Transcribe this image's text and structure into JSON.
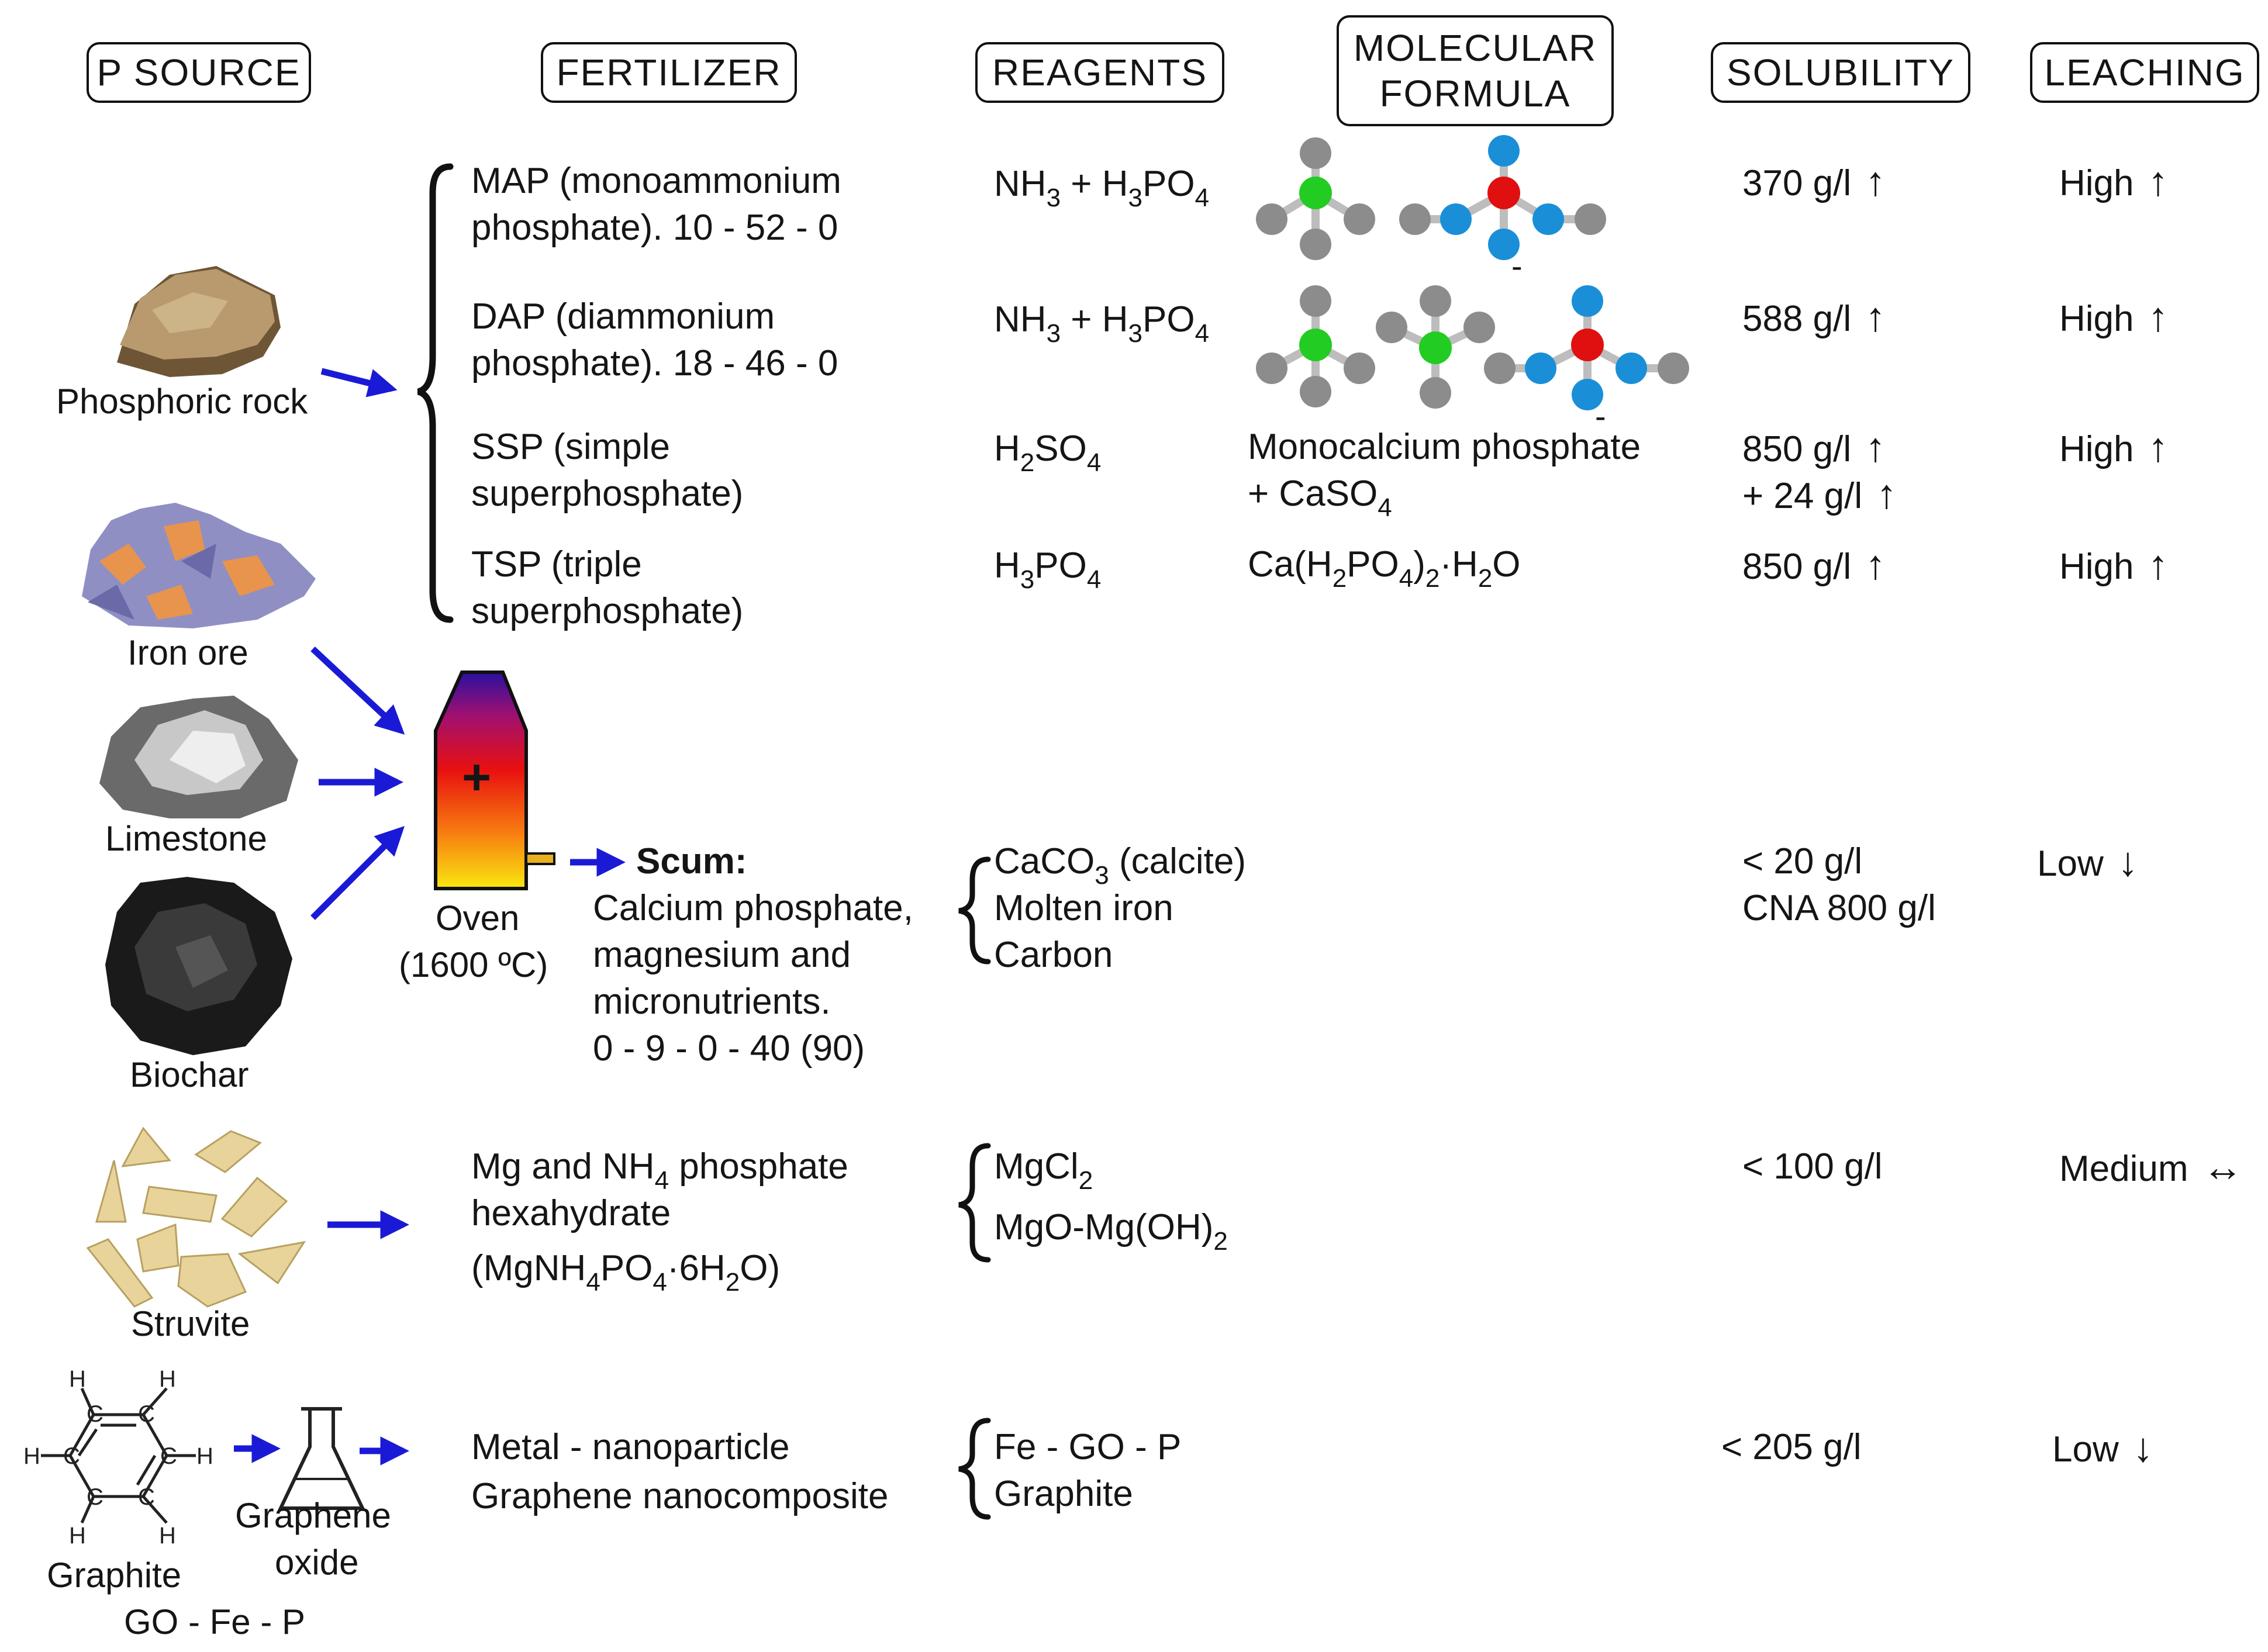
{
  "headers": {
    "p_source": "P SOURCE",
    "fertilizer": "FERTILIZER",
    "reagents": "REAGENTS",
    "molecular_formula_l1": "MOLECULAR",
    "molecular_formula_l2": "FORMULA",
    "solubility": "SOLUBILITY",
    "leaching": "LEACHING"
  },
  "sources": {
    "phosphoric_rock": "Phosphoric rock",
    "iron_ore": "Iron ore",
    "limestone": "Limestone",
    "biochar": "Biochar",
    "struvite": "Struvite",
    "graphite": "Graphite",
    "graphene_oxide_l1": "Graphene",
    "graphene_oxide_l2": "oxide",
    "go_fe_p": "GO - Fe - P"
  },
  "oven": {
    "label": "Oven",
    "temp": "(1600 ºC)",
    "plus": "+"
  },
  "rows": {
    "map": {
      "fert_l1": "MAP (monoammonium",
      "fert_l2": "phosphate). 10 - 52 - 0",
      "reag_a": "NH",
      "reag_a_sub": "3",
      "reag_b": " + H",
      "reag_b_sub": "3",
      "reag_c": "PO",
      "reag_c_sub": "4",
      "solubility": "370 g/l",
      "sol_arrow": "↑",
      "leaching": "High",
      "leach_arrow": "↑",
      "charge": "-"
    },
    "dap": {
      "fert_l1": "DAP (diammonium",
      "fert_l2": "phosphate). 18 - 46 - 0",
      "reag_a": "NH",
      "reag_a_sub": "3",
      "reag_b": " + H",
      "reag_b_sub": "3",
      "reag_c": "PO",
      "reag_c_sub": "4",
      "solubility": "588 g/l",
      "sol_arrow": "↑",
      "leaching": "High",
      "leach_arrow": "↑",
      "charge": "-"
    },
    "ssp": {
      "fert_l1": "SSP (simple",
      "fert_l2": "superphosphate)",
      "reag_a": "H",
      "reag_a_sub": "2",
      "reag_b": "SO",
      "reag_b_sub": "4",
      "formula_l1": "Monocalcium phosphate",
      "formula_l2": "+ CaSO",
      "formula_l2_sub": "4",
      "solubility_l1": "850 g/l",
      "solubility_l2": "+ 24 g/l",
      "sol_arrow": "↑",
      "leaching": "High",
      "leach_arrow": "↑"
    },
    "tsp": {
      "fert_l1": "TSP (triple",
      "fert_l2": "superphosphate)",
      "reag_a": "H",
      "reag_a_sub": "3",
      "reag_b": "PO",
      "reag_b_sub": "4",
      "formula_a": "Ca(H",
      "formula_a_sub": "2",
      "formula_b": "PO",
      "formula_b_sub": "4",
      "formula_c": ")",
      "formula_c_sub": "2",
      "formula_d": "·H",
      "formula_d_sub": "2",
      "formula_e": "O",
      "solubility": "850 g/l",
      "sol_arrow": "↑",
      "leaching": "High",
      "leach_arrow": "↑"
    },
    "scum": {
      "title": "Scum:",
      "l1": "Calcium phosphate,",
      "l2": "magnesium and",
      "l3": "micronutrients.",
      "l4": "0 - 9 - 0 - 40 (90)",
      "reag1_a": "CaCO",
      "reag1_sub": "3",
      "reag1_b": " (calcite)",
      "reag2": "Molten iron",
      "reag3": "Carbon",
      "solubility_l1": "< 20 g/l",
      "solubility_l2": "CNA 800 g/l",
      "leaching": "Low",
      "leach_arrow": "↓"
    },
    "struvite": {
      "l1_a": "Mg and NH",
      "l1_sub": "4",
      "l1_b": " phosphate",
      "l2": "hexahydrate",
      "l3_a": "(MgNH",
      "l3_sub1": "4",
      "l3_b": "PO",
      "l3_sub2": "4",
      "l3_c": "·6H",
      "l3_sub3": "2",
      "l3_d": "O)",
      "reag1_a": "MgCl",
      "reag1_sub": "2",
      "reag2_a": "MgO-Mg(OH)",
      "reag2_sub": "2",
      "solubility": "< 100 g/l",
      "leaching": "Medium",
      "leach_arrow": "↔"
    },
    "graphene": {
      "l1": "Metal - nanoparticle",
      "l2": "Graphene nanocomposite",
      "reag1": "Fe - GO - P",
      "reag2": "Graphite",
      "solubility": "< 205 g/l",
      "leaching": "Low",
      "leach_arrow": "↓"
    }
  },
  "hexagon_atoms": {
    "h": "H",
    "c": "C"
  },
  "colors": {
    "arrow": "#1a1ad6",
    "nitrogen": "#22cc22",
    "phosphorus": "#e01010",
    "oxygen": "#1a8fd8",
    "hydrogen": "#8c8c8c",
    "bond": "#bdbdbd",
    "phos_rock": "#b89a6e",
    "iron_ore_base": "#8f8fc4",
    "iron_ore_spot": "#e8944c",
    "limestone": "#8a8a8a",
    "biochar": "#2a2a2a",
    "struvite": "#e8d49a"
  }
}
